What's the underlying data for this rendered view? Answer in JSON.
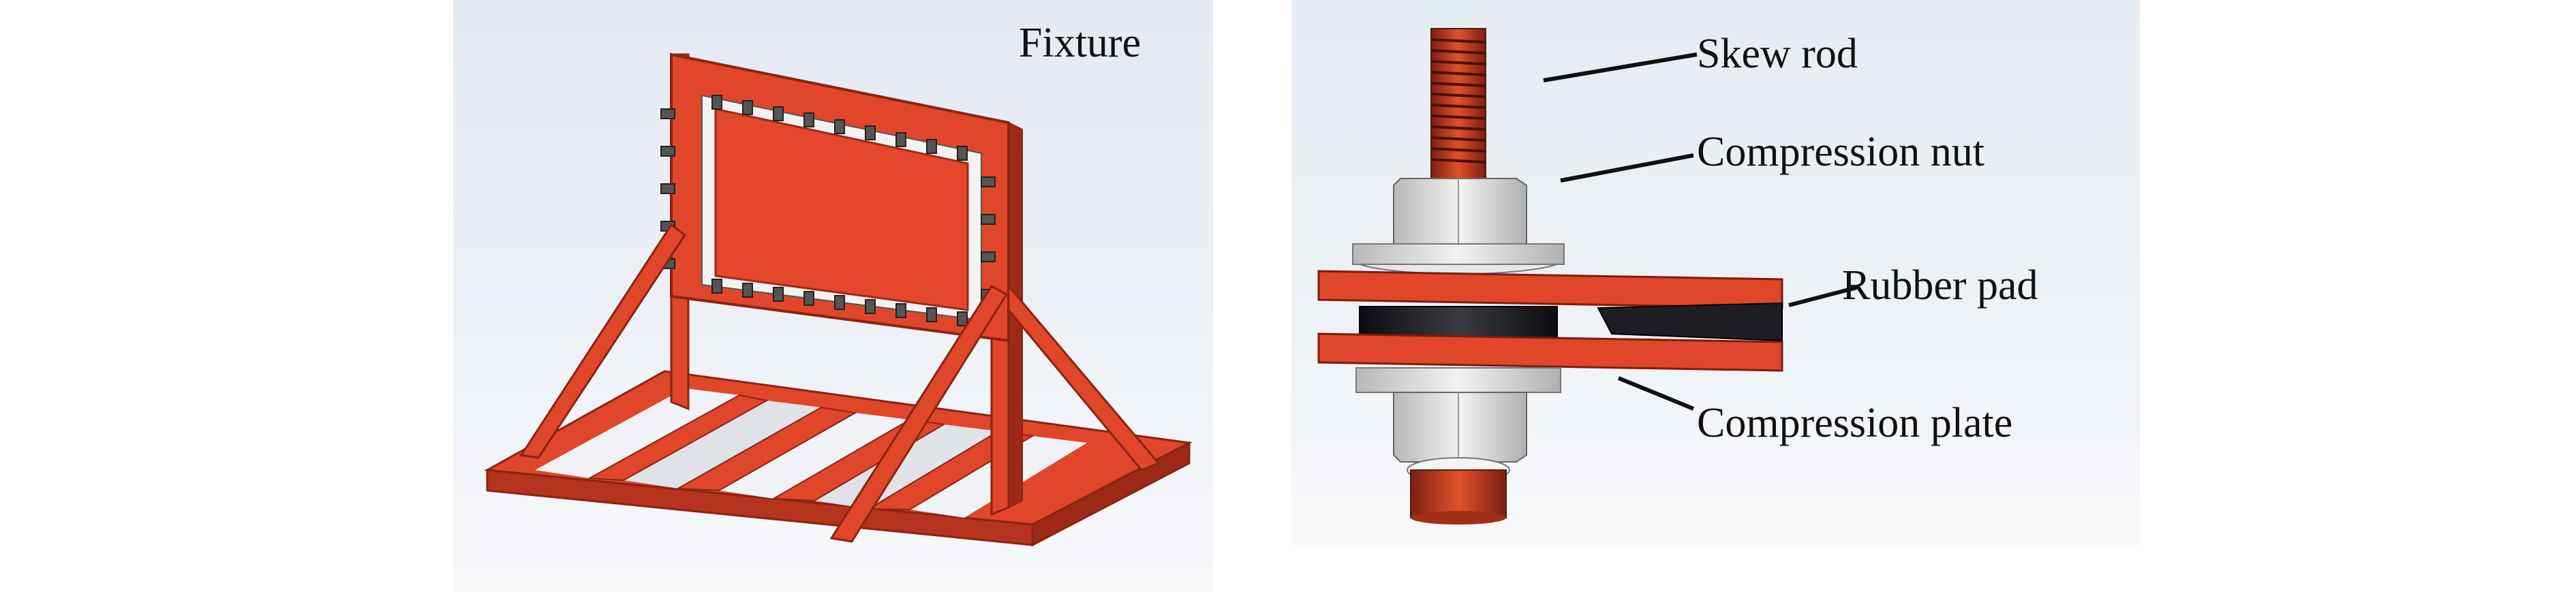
{
  "left_panel": {
    "label": "Fixture"
  },
  "right_panel": {
    "labels": {
      "skew_rod": "Skew rod",
      "compression_nut": "Compression nut",
      "rubber_pad": "Rubber pad",
      "compression_plate": "Compression plate"
    }
  },
  "colors": {
    "steel_red": "#e0462a",
    "steel_dark": "#9c2a16",
    "nut_gray": "#d9d9d9",
    "rubber_black": "#1e1e22",
    "background": "#e8edf3"
  }
}
